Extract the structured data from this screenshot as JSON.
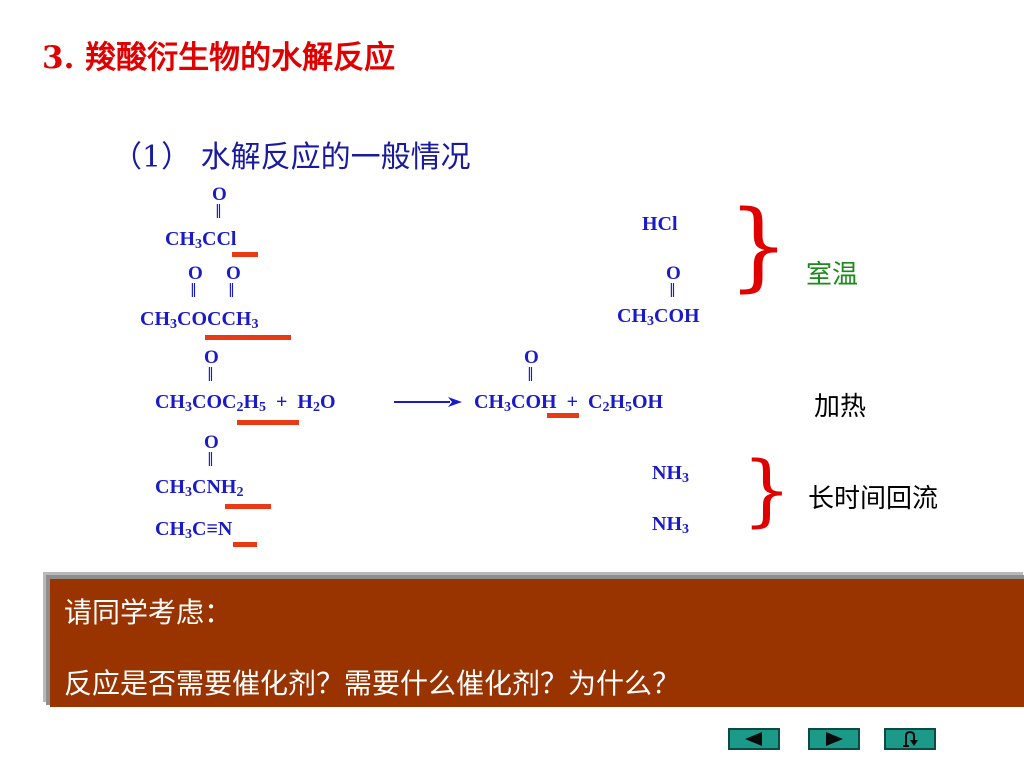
{
  "title": "3. 羧酸衍生物的水解反应",
  "subtitle": "（1） 水解反应的一般情况",
  "structures": {
    "acyl_chloride": {
      "o": "O",
      "body": "CH",
      "sub": "3",
      "tail": "CCl"
    },
    "anhydride": {
      "o1": "O",
      "o2": "O",
      "c1": "CH",
      "s1": "3",
      "mid": "COCCH",
      "s2": "3"
    },
    "ester": {
      "o": "O",
      "c1": "CH",
      "s1": "3",
      "mid": "COC",
      "s2": "2",
      "h": "H",
      "s3": "5",
      "plus": "+",
      "water_h": "H",
      "water_s": "2",
      "water_o": "O"
    },
    "amide": {
      "o": "O",
      "c1": "CH",
      "s1": "3",
      "mid": "CNH",
      "s2": "2"
    },
    "nitrile": {
      "c1": "CH",
      "s1": "3",
      "mid": "C",
      "triple": "≡",
      "n": "N"
    },
    "acid_product": {
      "o": "O",
      "c1": "CH",
      "s1": "3",
      "mid": "COH"
    },
    "product_main": {
      "o": "O",
      "c1": "CH",
      "s1": "3",
      "c": "C",
      "oh": "OH",
      "plus": "+",
      "e1": "C",
      "es1": "2",
      "e2": "H",
      "es2": "5",
      "e3": "OH"
    },
    "hcl": "HCl",
    "nh3_1": {
      "n": "NH",
      "s": "3"
    },
    "nh3_2": {
      "n": "NH",
      "s": "3"
    }
  },
  "conditions": {
    "room_temp": "室温",
    "heating": "加热",
    "reflux": "长时间回流"
  },
  "colors": {
    "title": "#e00000",
    "subtitle": "#1a1aa0",
    "chem": "#1a1ac8",
    "underline": "#e83a14",
    "brace": "#e00000",
    "room_temp": "#1a8a1a",
    "question_bg": "#993300",
    "nav_button": "#1b9a8a"
  },
  "question": {
    "line1": "请同学考虑：",
    "line2": "反应是否需要催化剂？需要什么催化剂？为什么？"
  },
  "nav": {
    "prev_icon": "triangle-left-icon",
    "next_icon": "triangle-right-icon",
    "return_icon": "return-arrow-icon"
  }
}
